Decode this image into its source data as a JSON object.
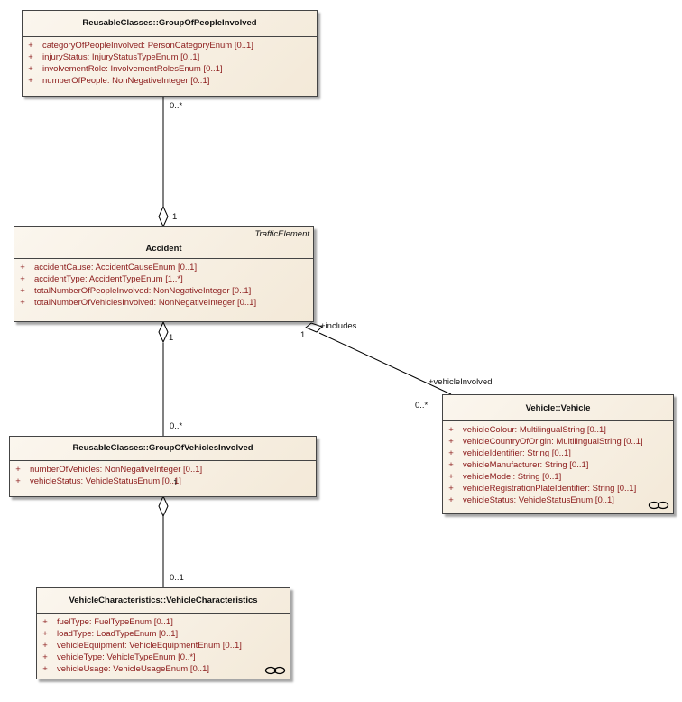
{
  "classes": {
    "group_people": {
      "name": "ReusableClasses::GroupOfPeopleInvolved",
      "attributes": [
        {
          "vis": "+",
          "text": "categoryOfPeopleInvolved:  PersonCategoryEnum [0..1]"
        },
        {
          "vis": "+",
          "text": "injuryStatus:  InjuryStatusTypeEnum [0..1]"
        },
        {
          "vis": "+",
          "text": "involvementRole:  InvolvementRolesEnum [0..1]"
        },
        {
          "vis": "+",
          "text": "numberOfPeople:  NonNegativeInteger [0..1]"
        }
      ]
    },
    "accident": {
      "name": "Accident",
      "stereotype": "TrafficElement",
      "attributes": [
        {
          "vis": "+",
          "text": "accidentCause:  AccidentCauseEnum [0..1]"
        },
        {
          "vis": "+",
          "text": "accidentType:  AccidentTypeEnum [1..*]"
        },
        {
          "vis": "+",
          "text": "totalNumberOfPeopleInvolved:  NonNegativeInteger [0..1]"
        },
        {
          "vis": "+",
          "text": "totalNumberOfVehiclesInvolved:  NonNegativeInteger [0..1]"
        }
      ]
    },
    "group_vehicles": {
      "name": "ReusableClasses::GroupOfVehiclesInvolved",
      "attributes": [
        {
          "vis": "+",
          "text": "numberOfVehicles:  NonNegativeInteger [0..1]"
        },
        {
          "vis": "+",
          "text": "vehicleStatus:  VehicleStatusEnum [0..1]"
        }
      ]
    },
    "vehicle": {
      "name": "Vehicle::Vehicle",
      "attributes": [
        {
          "vis": "+",
          "text": "vehicleColour:  MultilingualString [0..1]"
        },
        {
          "vis": "+",
          "text": "vehicleCountryOfOrigin:  MultilingualString [0..1]"
        },
        {
          "vis": "+",
          "text": "vehicleIdentifier:  String [0..1]"
        },
        {
          "vis": "+",
          "text": "vehicleManufacturer:  String [0..1]"
        },
        {
          "vis": "+",
          "text": "vehicleModel:  String [0..1]"
        },
        {
          "vis": "+",
          "text": "vehicleRegistrationPlateIdentifier:  String [0..1]"
        },
        {
          "vis": "+",
          "text": "vehicleStatus:  VehicleStatusEnum [0..1]"
        }
      ]
    },
    "vehicle_chars": {
      "name": "VehicleCharacteristics::VehicleCharacteristics",
      "attributes": [
        {
          "vis": "+",
          "text": "fuelType:  FuelTypeEnum [0..1]"
        },
        {
          "vis": "+",
          "text": "loadType:  LoadTypeEnum [0..1]"
        },
        {
          "vis": "+",
          "text": "vehicleEquipment:  VehicleEquipmentEnum [0..1]"
        },
        {
          "vis": "+",
          "text": "vehicleType:  VehicleTypeEnum [0..*]"
        },
        {
          "vis": "+",
          "text": "vehicleUsage:  VehicleUsageEnum [0..1]"
        }
      ]
    }
  },
  "associations": {
    "people": {
      "source_mult": "1",
      "target_mult": "0..*"
    },
    "vehicles": {
      "source_mult": "1",
      "target_mult": "0..*"
    },
    "characteristics": {
      "source_mult": "1",
      "target_mult": "0..1"
    },
    "vehicle_involved": {
      "source_mult": "1",
      "source_role": "+includes",
      "target_role": "+vehicleInvolved",
      "target_mult": "0..*"
    }
  },
  "colors": {
    "class_fill": "#f3e9d8",
    "attribute_text": "#8b1a1a",
    "border": "#444444"
  }
}
